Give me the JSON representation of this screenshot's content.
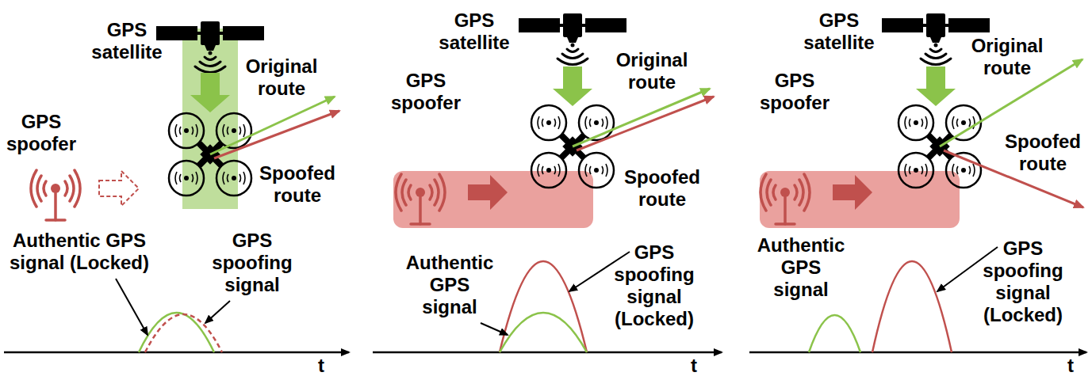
{
  "diagram": {
    "labels": [
      "GPS satellite",
      "Original route",
      "GPS spoofer",
      "Spoofed route",
      "Authentic GPS signal (Locked)",
      "GPS spoofing signal",
      "t",
      "GPS satellite",
      "Original route",
      "GPS spoofer",
      "Spoofed route",
      "Authentic GPS signal",
      "GPS spoofing signal (Locked)",
      "t",
      "GPS satellite",
      "Original route",
      "GPS spoofer",
      "Spoofed route",
      "Authentic GPS signal",
      "GPS spoofing signal (Locked)",
      "t"
    ]
  }
}
